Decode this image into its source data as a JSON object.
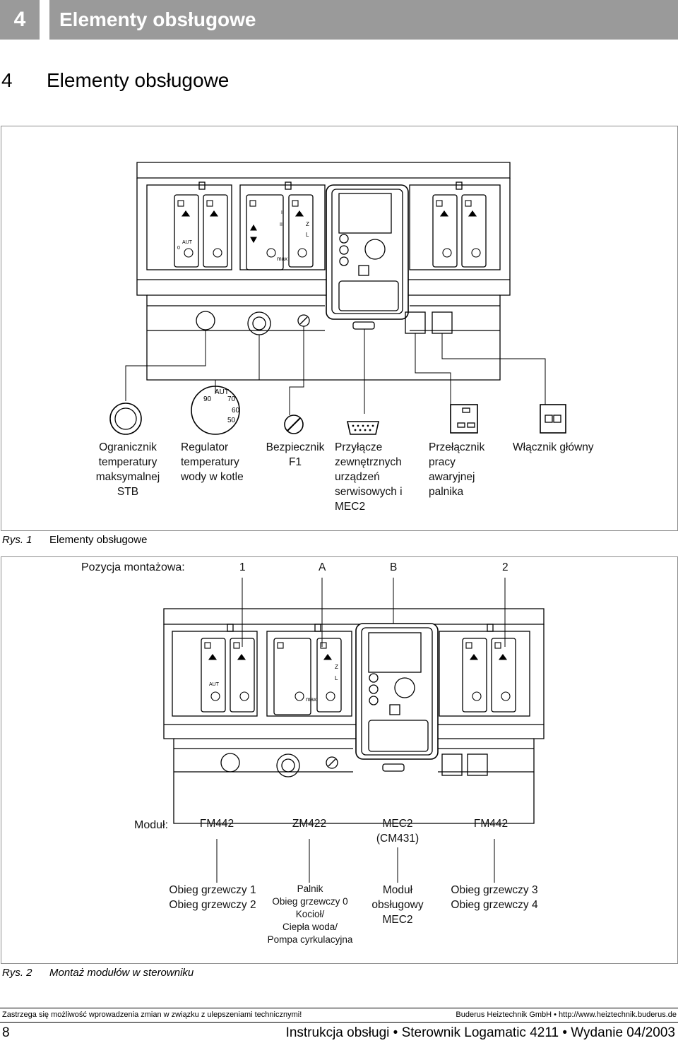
{
  "header": {
    "chapter_number": "4",
    "chapter_title": "Elementy obsługowe"
  },
  "section": {
    "number": "4",
    "title": "Elementy obsługowe"
  },
  "figure1": {
    "labels": {
      "stb": "Ogranicznik temperatury maksymalnej STB",
      "regulator": "Regulator temperatury wody w kotle",
      "fuse": "Bezpiecznik F1",
      "port": "Przyłącze zewnętrznych urządzeń serwisowych i MEC2",
      "emergency": "Przełącznik pracy awaryjnej palnika",
      "main_switch": "Włącznik główny"
    },
    "dial_marks": [
      "AUT",
      "90",
      "70",
      "60",
      "50"
    ],
    "caption_num": "Rys. 1",
    "caption_text": "Elementy obsługowe"
  },
  "figure2": {
    "position_label": "Pozycja montażowa:",
    "positions": [
      "1",
      "A",
      "B",
      "2"
    ],
    "module_label": "Moduł:",
    "modules": [
      "FM442",
      "ZM422",
      "MEC2\n(CM431)",
      "FM442"
    ],
    "functions": [
      "Obieg grzewczy 1\nObieg grzewczy 2",
      "Palnik\nObieg grzewczy 0\nKocioł/\nCiepła woda/\nPompa cyrkulacyjna",
      "Moduł\nobsługowy\nMEC2",
      "Obieg grzewczy 3\nObieg grzewczy 4"
    ],
    "caption_num": "Rys. 2",
    "caption_text": "Montaż modułów w sterowniku"
  },
  "panel_text": {
    "aut": "AUT",
    "max": "max",
    "zero": "0",
    "one": "I",
    "two": "II",
    "z": "Z",
    "l": "L"
  },
  "footer": {
    "disclaimer": "Zastrzega się możliwość wprowadzenia zmian w związku z ulepszeniami technicznymi!",
    "company": "Buderus Heiztechnik GmbH • http://www.heiztechnik.buderus.de",
    "page": "8",
    "doc_title": "Instrukcja obsługi • Sterownik Logamatic 4211 • Wydanie 04/2003"
  }
}
